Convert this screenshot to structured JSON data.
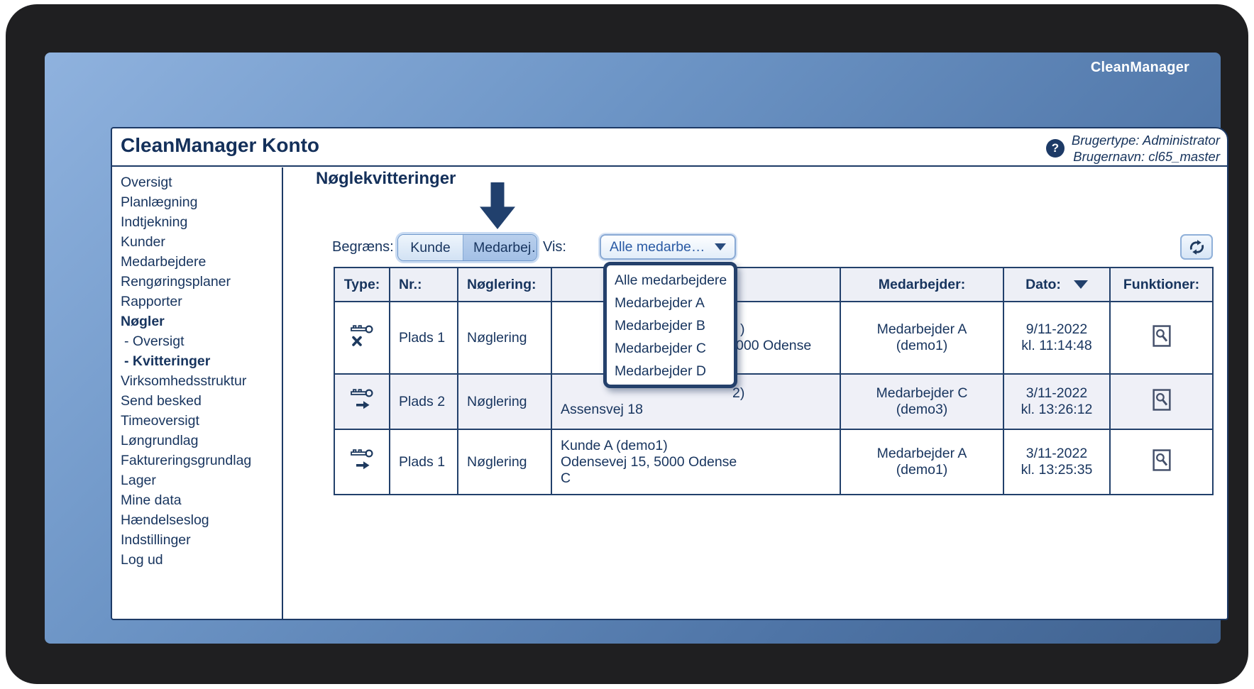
{
  "window": {
    "brand_logo": "CleanManager"
  },
  "header": {
    "title": "CleanManager Konto",
    "help_glyph": "?",
    "user_lines": [
      "Brugertype: Administrator",
      "Brugernavn: cl65_master"
    ]
  },
  "sidebar": {
    "items": [
      {
        "label": "Oversigt"
      },
      {
        "label": "Planlægning"
      },
      {
        "label": "Indtjekning"
      },
      {
        "label": "Kunder"
      },
      {
        "label": "Medarbejdere"
      },
      {
        "label": "Rengøringsplaner"
      },
      {
        "label": "Rapporter"
      },
      {
        "label": "Nøgler",
        "bold": true
      },
      {
        "label": "- Oversigt",
        "sub": true
      },
      {
        "label": "- Kvitteringer",
        "sub": true,
        "bold": true
      },
      {
        "label": "Virksomhedsstruktur"
      },
      {
        "label": "Send besked"
      },
      {
        "label": "Timeoversigt"
      },
      {
        "label": "Løngrundlag"
      },
      {
        "label": "Faktureringsgrundlag"
      },
      {
        "label": "Lager"
      },
      {
        "label": "Mine data"
      },
      {
        "label": "Hændelseslog"
      },
      {
        "label": "Indstillinger"
      },
      {
        "label": "Log ud"
      }
    ]
  },
  "content": {
    "heading": "Nøglekvitteringer",
    "toolbar": {
      "limit_label": "Begræns:",
      "segments": [
        {
          "label": "Kunde",
          "selected": false
        },
        {
          "label": "Medarbej…",
          "selected": true
        }
      ],
      "view_label": "Vis:",
      "dropdown_value": "Alle medarbe…"
    },
    "dropdown": {
      "items": [
        "Alle medarbejdere",
        "Medarbejder A",
        "Medarbejder B",
        "Medarbejder C",
        "Medarbejder D"
      ]
    },
    "table": {
      "headers": {
        "type": "Type:",
        "nr": "Nr.:",
        "ring": "Nøglering:",
        "kunde": "",
        "medarbejder": "Medarbejder:",
        "dato": "Dato:",
        "funktioner": "Funktioner:"
      },
      "rows": [
        {
          "type_icon": "key-crossed",
          "nr": "Plads 1",
          "ring": "Nøglering",
          "kunde_lines": [
            {
              "text": ")",
              "indent": 253
            },
            {
              "text": "000 Odense",
              "indent": 247
            }
          ],
          "medarbejder": [
            "Medarbejder A",
            "(demo1)"
          ],
          "dato": [
            "9/11-2022",
            "kl. 11:14:48"
          ],
          "action_icon": "view-details"
        },
        {
          "type_icon": "key-handout",
          "nr": "Plads 2",
          "ring": "Nøglering",
          "kunde_lines": [
            {
              "text": "2)",
              "indent": 242
            },
            {
              "text": "Assensvej 18",
              "indent": 0
            }
          ],
          "medarbejder": [
            "Medarbejder C",
            "(demo3)"
          ],
          "dato": [
            "3/11-2022",
            "kl. 13:26:12"
          ],
          "action_icon": "view-details"
        },
        {
          "type_icon": "key-handout",
          "nr": "Plads 1",
          "ring": "Nøglering",
          "kunde_lines": [
            {
              "text": "Kunde A (demo1)",
              "indent": 0
            },
            {
              "text": "Odensevej 15, 5000 Odense",
              "indent": 0
            },
            {
              "text": "C",
              "indent": 0
            }
          ],
          "medarbejder": [
            "Medarbejder A",
            "(demo1)"
          ],
          "dato": [
            "3/11-2022",
            "kl. 13:25:35"
          ],
          "action_icon": "view-details"
        }
      ]
    }
  },
  "colors": {
    "navy_text": "#17345e",
    "panel_border": "#1d3a66",
    "table_border": "#22406b",
    "table_header_bg": "#edeff6",
    "alt_row_bg": "#eff0f7",
    "dropdown_value_blue": "#2a5aa4",
    "selected_segment_bg": "#a3c0e6",
    "bezel_blue_top": "#8fb2de",
    "bezel_blue_bottom": "#40628f",
    "frame_dark": "#1f1f21"
  }
}
